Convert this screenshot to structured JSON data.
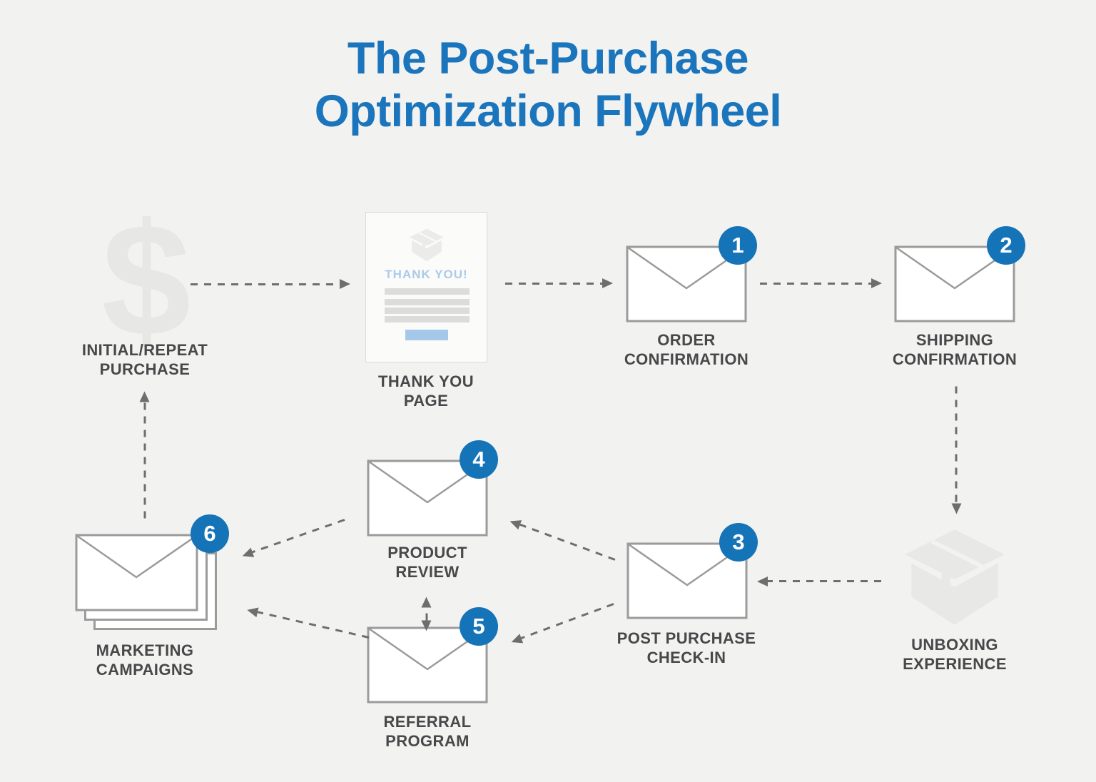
{
  "title": {
    "line1": "The Post-Purchase",
    "line2": "Optimization Flywheel"
  },
  "nodes": {
    "purchase": {
      "symbol": "$",
      "line1": "INITIAL/REPEAT",
      "line2": "PURCHASE"
    },
    "thank_you_page": {
      "line1": "THANK YOU",
      "line2": "PAGE"
    },
    "order_confirmation": {
      "badge": "1",
      "line1": "ORDER",
      "line2": "CONFIRMATION"
    },
    "shipping_confirmation": {
      "badge": "2",
      "line1": "SHIPPING",
      "line2": "CONFIRMATION"
    },
    "unboxing": {
      "line1": "UNBOXING",
      "line2": "EXPERIENCE"
    },
    "post_purchase_checkin": {
      "badge": "3",
      "line1": "POST PURCHASE",
      "line2": "CHECK-IN"
    },
    "product_review": {
      "badge": "4",
      "line1": "PRODUCT",
      "line2": "REVIEW"
    },
    "referral_program": {
      "badge": "5",
      "line1": "REFERRAL",
      "line2": "PROGRAM"
    },
    "marketing_campaigns": {
      "badge": "6",
      "line1": "MARKETING",
      "line2": "CAMPAIGNS"
    }
  },
  "thank_you_card": {
    "heading": "THANK YOU!"
  },
  "colors": {
    "background": "#f2f2f1",
    "title_blue": "#1b75bc",
    "badge_blue": "#1573b8",
    "light_blue": "#a5c8e9",
    "label_gray": "#48484a",
    "arrow_gray": "#6e6e6e",
    "envelope_border_gray": "#9b9b9b",
    "ghost_icon_gray": "#e7e7e5",
    "card_bar_gray": "#dcdcdb"
  }
}
